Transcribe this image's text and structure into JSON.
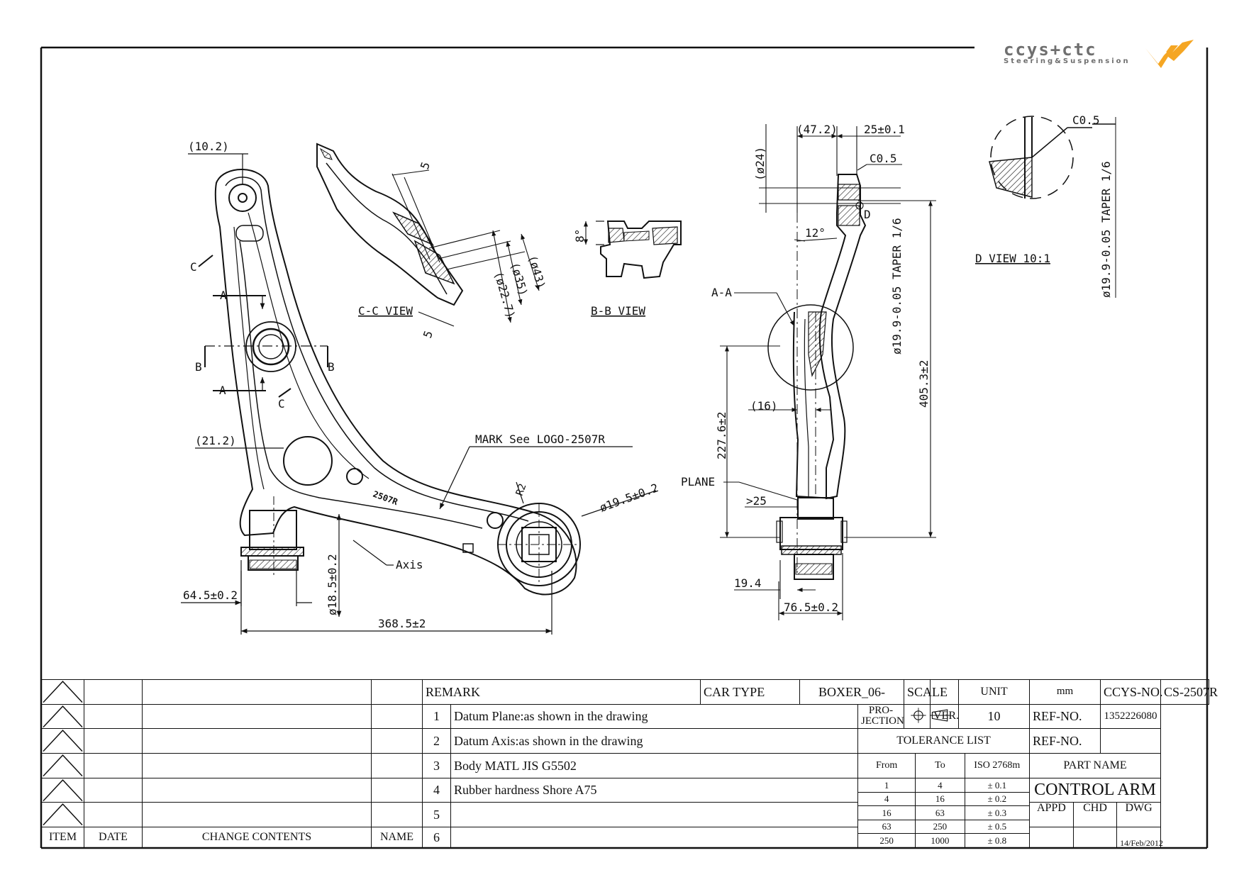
{
  "logo": {
    "brand": "ccys+ctc",
    "tagline": "Steering&Suspension",
    "accent": "#f5a623"
  },
  "dims": {
    "d10_2": "(10.2)",
    "d21_2": "(21.2)",
    "d64_5": "64.5±0.2",
    "d18_5": "ø18.5±0.2",
    "d368_5": "368.5±2",
    "d19_5": "ø19.5±0.2",
    "axis": "Axis",
    "mark": "MARK See LOGO-2507R",
    "part_emboss": "2507R",
    "cA_top": "A",
    "cA_bot": "A",
    "cB_left": "B",
    "cB_right": "B",
    "cC_top": "C",
    "cC_bot": "C",
    "cc_view": "C-C VIEW",
    "cc_5a": "5",
    "cc_5b": "5",
    "cc_22_7": "(ø22.7)",
    "cc_35": "(ø35)",
    "cc_43": "(ø43)",
    "bb_view": "B-B VIEW",
    "bb_8": "8°",
    "aa": "A-A",
    "plane": "PLANE",
    "s_24": "(ø24)",
    "s_47_2": "(47.2)",
    "s_25": "25±0.1",
    "s_c05": "C0.5",
    "s_d": "D",
    "s_12": "12°",
    "s_taper": "ø19.9-0.05 TAPER 1/6",
    "s_405": "405.3±2",
    "s_227": "227.6±2",
    "s_16": "(16)",
    "s_25b": ">25",
    "s_19_4": "19.4",
    "s_76_5": "76.5±0.2",
    "dv_c05": "C0.5",
    "dv_label": "D VIEW 10:1",
    "dv_taper": "ø19.9-0.05 TAPER 1/6"
  },
  "title_block": {
    "revisions": {
      "item": "ITEM",
      "date": "DATE",
      "change": "CHANGE CONTENTS",
      "name": "NAME"
    },
    "remark": "REMARK",
    "car_type_label": "CAR TYPE",
    "car_type": "BOXER_06-",
    "remarks": [
      {
        "n": "1",
        "text": "Datum Plane:as shown in the drawing"
      },
      {
        "n": "2",
        "text": "Datum Axis:as shown in the drawing"
      },
      {
        "n": "3",
        "text": "Body MATL JIS G5502"
      },
      {
        "n": "4",
        "text": "Rubber hardness Shore A75"
      },
      {
        "n": "5",
        "text": ""
      },
      {
        "n": "6",
        "text": ""
      }
    ],
    "scale": "SCALE",
    "unit_label": "UNIT",
    "unit": "mm",
    "projection": "PRO-JECTION",
    "ver_label": "VER.",
    "ver": "10",
    "tolerance_list": "TOLERANCE LIST",
    "tol_from": "From",
    "tol_to": "To",
    "tol_std": "ISO 2768m",
    "tolerances": [
      {
        "from": "1",
        "to": "4",
        "tol": "± 0.1"
      },
      {
        "from": "4",
        "to": "16",
        "tol": "± 0.2"
      },
      {
        "from": "16",
        "to": "63",
        "tol": "± 0.3"
      },
      {
        "from": "63",
        "to": "250",
        "tol": "± 0.5"
      },
      {
        "from": "250",
        "to": "1000",
        "tol": "± 0.8"
      }
    ],
    "ccys_no_label": "CCYS-NO.",
    "ccys_no": "CS-2507R",
    "ref_no_label": "REF-NO.",
    "ref_no": "1352226080",
    "ref_no2_label": "REF-NO.",
    "part_name_label": "PART NAME",
    "part_name": "CONTROL ARM",
    "appd": "APPD",
    "chd": "CHD",
    "dwg": "DWG",
    "date": "14/Feb/2012"
  }
}
